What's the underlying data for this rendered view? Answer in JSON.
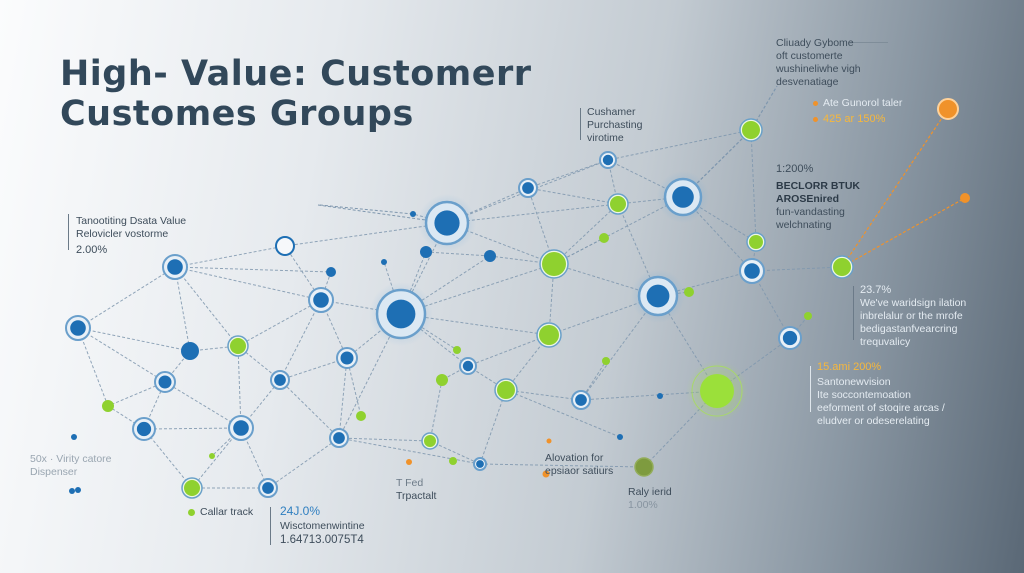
{
  "title": {
    "line1": "High- Value: Customerr",
    "line2": "Customes Groups"
  },
  "colors": {
    "node_blue": "#1e6fb4",
    "node_blue_ring": "#6a9fcb",
    "node_green": "#8fd12f",
    "accent_orange": "#f0922a",
    "edge": "#7f97ae",
    "title": "#32485a"
  },
  "annotations": {
    "top_right": {
      "lines": [
        "Cliuady Gybome",
        "oft customerte",
        "wushineliwhe vigh",
        "desvenatiage"
      ]
    },
    "orange_stat": {
      "line1": "Ate Gunorol taler",
      "line2": "425 ar 150%"
    },
    "center_top": {
      "lines": [
        "Cushamer",
        "Purchasting",
        "virotime"
      ]
    },
    "right_mid": {
      "value": "1:200%",
      "bold1": "BECLORR BTUK",
      "bold2": "AROSEnired",
      "lines": [
        "fun-vandasting",
        "welchnating"
      ]
    },
    "left_mid": {
      "lines": [
        "Tanootiting Dsata Value",
        "Relovicler vostorme"
      ],
      "value": "2.00%"
    },
    "right_pct": {
      "value": "23.7%",
      "lines": [
        "We've waridsign ilation",
        "inbrelalur or the mrofe",
        "bedigastanfvearcring",
        "trequvalicy"
      ]
    },
    "right_low": {
      "value": "15.ami 200%",
      "lines": [
        "Santonewvision",
        "Ite soccontemoation",
        "eeforment of stoqire arcas /",
        "eludver or odeserelating"
      ]
    },
    "bottom_left": {
      "lines": [
        "50x · Virity catore",
        "Dispenser"
      ]
    },
    "bottom_green": {
      "label": "Callar track"
    },
    "bottom_value": {
      "value": "24J.0%",
      "lines": [
        "Wisctomenwintine",
        "1.64713.0075T4"
      ]
    },
    "bottom_center": {
      "lines": [
        "T Fed",
        "Trpactalt"
      ]
    },
    "bottom_mid": {
      "lines": [
        "Alovation for",
        "epsiaor satiurs"
      ]
    },
    "bottom_right": {
      "lines": [
        "Raly ierid",
        "1.00%"
      ]
    }
  }
}
